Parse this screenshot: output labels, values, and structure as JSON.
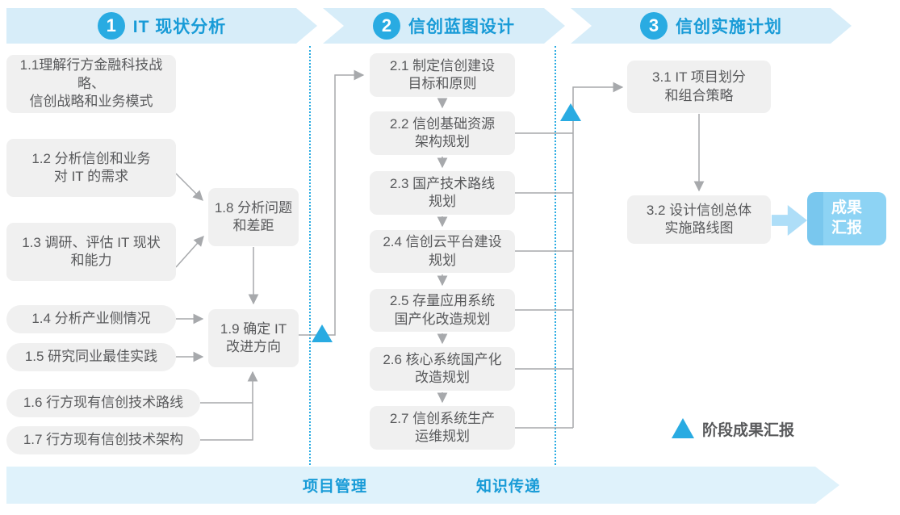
{
  "colors": {
    "accent_blue": "#29ABE2",
    "banner_bg": "#D7EDF9",
    "banner_text": "#189BD7",
    "box_bg": "#F0F0F0",
    "box_text": "#58595B",
    "line_gray": "#A7A9AC",
    "result_box_bg": "#8DD3F4",
    "footer_bg": "#DFF2FB"
  },
  "phases": [
    {
      "number": "1",
      "title": "IT 现状分析"
    },
    {
      "number": "2",
      "title": "信创蓝图设计"
    },
    {
      "number": "3",
      "title": "信创实施计划"
    }
  ],
  "tasks": {
    "t1_1": "1.1理解行方金融科技战略、\n信创战略和业务模式",
    "t1_2": "1.2 分析信创和业务\n对 IT 的需求",
    "t1_3": "1.3 调研、评估 IT 现状\n和能力",
    "t1_4": "1.4 分析产业侧情况",
    "t1_5": "1.5 研究同业最佳实践",
    "t1_6": "1.6 行方现有信创技术路线",
    "t1_7": "1.7 行方现有信创技术架构",
    "t1_8": "1.8 分析问题\n和差距",
    "t1_9": "1.9 确定 IT\n改进方向",
    "t2_1": "2.1 制定信创建设\n目标和原则",
    "t2_2": "2.2 信创基础资源\n架构规划",
    "t2_3": "2.3 国产技术路线\n规划",
    "t2_4": "2.4 信创云平台建设\n规划",
    "t2_5": "2.5 存量应用系统\n国产化改造规划",
    "t2_6": "2.6 核心系统国产化\n改造规划",
    "t2_7": "2.7 信创系统生产\n运维规划",
    "t3_1": "3.1 IT 项目划分\n和组合策略",
    "t3_2": "3.2 设计信创总体\n实施路线图"
  },
  "result_box": {
    "label": "成果\n汇报"
  },
  "legend": {
    "label": "阶段成果汇报"
  },
  "footer": {
    "items": [
      "项目管理",
      "知识传递"
    ]
  }
}
